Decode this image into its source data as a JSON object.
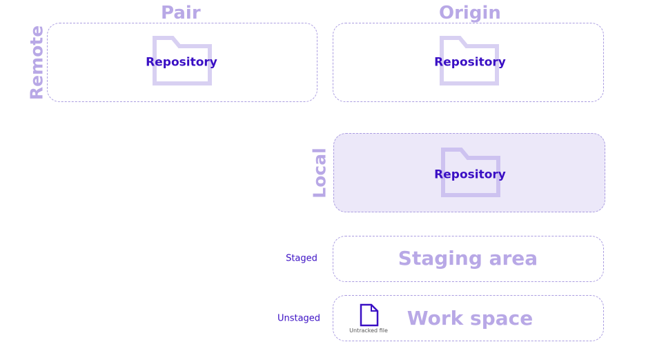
{
  "diagram": {
    "headers": {
      "pair": "Pair",
      "origin": "Origin"
    },
    "side_labels": {
      "remote": "Remote",
      "local": "Local"
    },
    "repositories": {
      "pair": "Repository",
      "origin": "Repository",
      "local": "Repository"
    },
    "areas": {
      "staging": "Staging area",
      "workspace": "Work space"
    },
    "row_labels": {
      "staged": "Staged",
      "unstaged": "Unstaged"
    },
    "file": {
      "caption": "Untracked file"
    }
  },
  "colors": {
    "accent_light": "#b8a8e6",
    "accent_dark": "#3a0fc4",
    "folder": "#d8d0f2",
    "local_fill": "#ece8f9"
  }
}
